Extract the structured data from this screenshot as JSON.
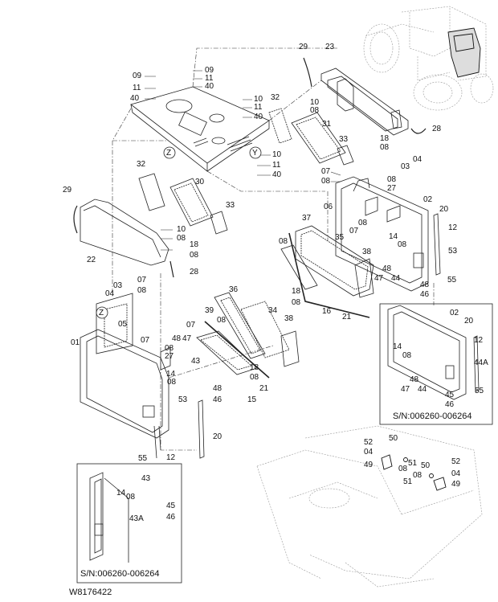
{
  "reference_code": "W8176422",
  "insets": [
    {
      "serial": "S/N:006260-006264"
    },
    {
      "serial": "S/N:006260-006264"
    }
  ],
  "callouts": {
    "c09a": "09",
    "c11a": "11",
    "c40a": "40",
    "c09b": "09",
    "c11b": "11",
    "c40b": "40",
    "c10a": "10",
    "c11c": "11",
    "c40c": "40",
    "c10b": "10",
    "c11d": "11",
    "c40d": "40",
    "c29a": "29",
    "c23": "23",
    "c10c": "10",
    "c08a": "08",
    "c32a": "32",
    "c31": "31",
    "c33a": "33",
    "c28a": "28",
    "c18a": "18",
    "c08b": "08",
    "c32b": "32",
    "c30": "30",
    "c33b": "33",
    "c29b": "29",
    "c22": "22",
    "c10d": "10",
    "c08c": "08",
    "c18b": "18",
    "c08d": "08",
    "c28b": "28",
    "c07a": "07",
    "c08e": "08",
    "c03a": "03",
    "c04a": "04",
    "c08f": "08",
    "c27a": "27",
    "c02a": "02",
    "c06": "06",
    "c08g": "08",
    "c07b": "07",
    "c20a": "20",
    "c12a": "12",
    "c14a": "14",
    "c08h": "08",
    "c53a": "53",
    "c37": "37",
    "c08i": "08",
    "c35": "35",
    "c38a": "38",
    "c48a": "48",
    "c47a": "47",
    "c44a": "44",
    "c48b": "48",
    "c55a": "55",
    "c46a": "46",
    "c18c": "18",
    "c08j": "08",
    "c16": "16",
    "c21a": "21",
    "c03b": "03",
    "c07c": "07",
    "c04b": "04",
    "c08k": "08",
    "c05": "05",
    "c07d": "07",
    "c01": "01",
    "c48c": "48",
    "c08l": "08",
    "c27b": "27",
    "c36": "36",
    "c39": "39",
    "c34": "34",
    "c08m": "08",
    "c38b": "38",
    "c07e": "07",
    "c47b": "47",
    "c43a": "43",
    "c14b": "14",
    "c08n": "08",
    "c18d": "18",
    "c08o": "08",
    "c21b": "21",
    "c48d": "48",
    "c46b": "46",
    "c53b": "53",
    "c15": "15",
    "c20b": "20",
    "c55b": "55",
    "c12b": "12",
    "c02b": "02",
    "c20c": "20",
    "c12c": "12",
    "c14c": "14",
    "c08p": "08",
    "c44A": "44A",
    "c48e": "48",
    "c47c": "47",
    "c44b": "44",
    "c45a": "45",
    "c46c": "46",
    "c55c": "55",
    "c52a": "52",
    "c50a": "50",
    "c04c": "04",
    "c49a": "49",
    "c51a": "51",
    "c08q": "08",
    "c50b": "50",
    "c52b": "52",
    "c08r": "08",
    "c04d": "04",
    "c51b": "51",
    "c49b": "49",
    "c43b": "43",
    "c14d": "14",
    "c08s": "08",
    "c45b": "45",
    "c46d": "46",
    "c43A": "43A",
    "cZa": "Z",
    "cYa": "Y",
    "cZb": "Z"
  }
}
